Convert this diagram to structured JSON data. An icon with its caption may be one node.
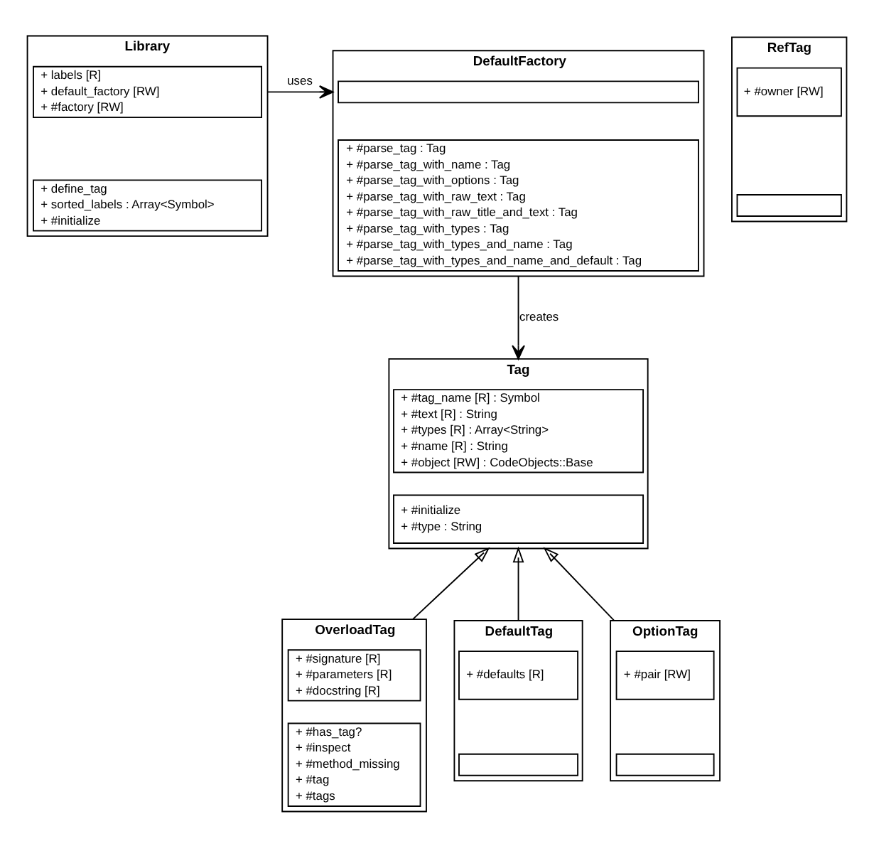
{
  "diagram": {
    "nodes": [
      {
        "text": [
          "Library"
        ]
      },
      {
        "text": [
          "+ labels [R]",
          "+ default_factory [RW]",
          "+ #factory [RW]"
        ],
        "in": 0
      },
      {
        "text": [
          "+ define_tag",
          "+ sorted_labels : Array<Symbol>",
          "+ #initialize"
        ],
        "in": 0
      },
      {
        "text": [
          "DefaultFactory"
        ]
      },
      {
        "text": [],
        "shape": "box",
        "in": 3
      },
      {
        "text": [
          "+ #parse_tag : Tag",
          "+ #parse_tag_with_name : Tag",
          "+ #parse_tag_with_options : Tag",
          "+ #parse_tag_with_raw_text : Tag",
          "+ #parse_tag_with_raw_title_and_text : Tag",
          "+ #parse_tag_with_types : Tag",
          "+ #parse_tag_with_types_and_name : Tag",
          "+ #parse_tag_with_types_and_name_and_default : Tag"
        ],
        "in": 3
      },
      {
        "text": [
          "Tag"
        ]
      },
      {
        "text": [
          "+ #tag_name [R] : Symbol",
          "+ #text [R] : String",
          "+ #types [R] : Array<String>",
          "+ #name [R] : String",
          "+ #object [RW] : CodeObjects::Base"
        ],
        "in": 6
      },
      {
        "text": [
          "+ #initialize",
          "+ #type : String"
        ],
        "in": 6
      },
      {
        "text": [
          "RefTag"
        ]
      },
      {
        "text": [
          "+ #owner [RW]"
        ],
        "in": 9
      },
      {
        "text": [],
        "shape": "box",
        "in": 9
      },
      {
        "text": [
          "OverloadTag"
        ]
      },
      {
        "text": [
          "+ #signature [R]",
          "+ #parameters [R]",
          "+ #docstring [R]"
        ],
        "in": 12
      },
      {
        "text": [
          "+ #has_tag?",
          "+ #inspect",
          "+ #method_missing",
          "+ #tag",
          "+ #tags"
        ],
        "in": 12
      },
      {
        "text": [
          "DefaultTag"
        ]
      },
      {
        "text": [
          "+ #defaults [R]"
        ],
        "in": 15
      },
      {
        "text": [],
        "shape": "box",
        "in": 15
      },
      {
        "text": [
          "OptionTag"
        ]
      },
      {
        "text": [
          "+ #pair [RW]"
        ],
        "in": 18
      },
      {
        "text": [],
        "shape": "box",
        "in": 18
      }
    ],
    "edges": [
      {
        "from": 0,
        "to": 3,
        "arrow": "to",
        "label": "uses"
      },
      {
        "from": 3,
        "to": 6,
        "arrow": "to",
        "label": "creates"
      },
      {
        "from": 12,
        "to": 6,
        "arrow": "to"
      },
      {
        "from": 15,
        "to": 6,
        "arrow": "to"
      },
      {
        "from": 18,
        "to": 6,
        "arrow": "to"
      }
    ]
  }
}
